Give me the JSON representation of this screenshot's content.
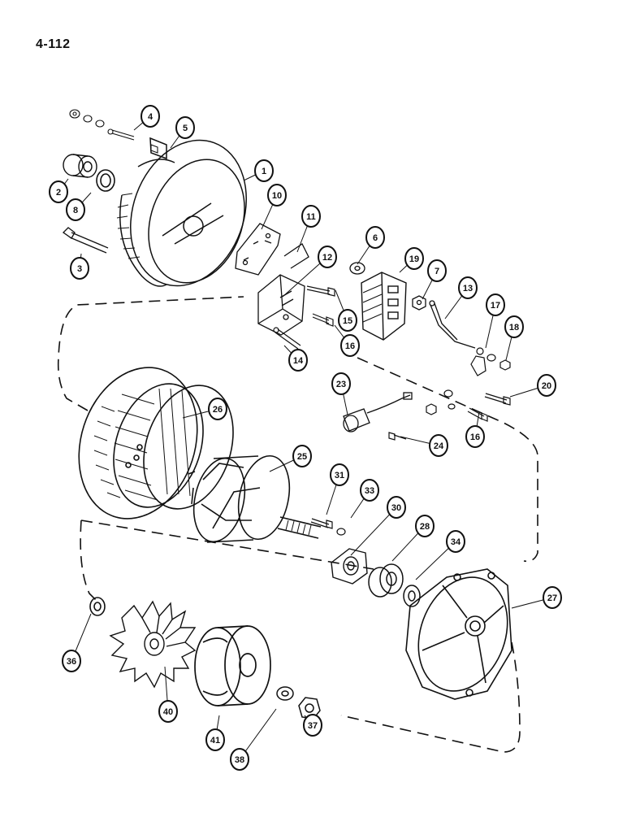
{
  "page_number": "4-112",
  "callouts": [
    "1",
    "2",
    "3",
    "4",
    "5",
    "6",
    "7",
    "8",
    "10",
    "11",
    "12",
    "13",
    "14",
    "15",
    "16",
    "16",
    "17",
    "18",
    "19",
    "20",
    "23",
    "24",
    "25",
    "26",
    "27",
    "28",
    "30",
    "31",
    "33",
    "34",
    "36",
    "37",
    "38",
    "40",
    "41"
  ]
}
